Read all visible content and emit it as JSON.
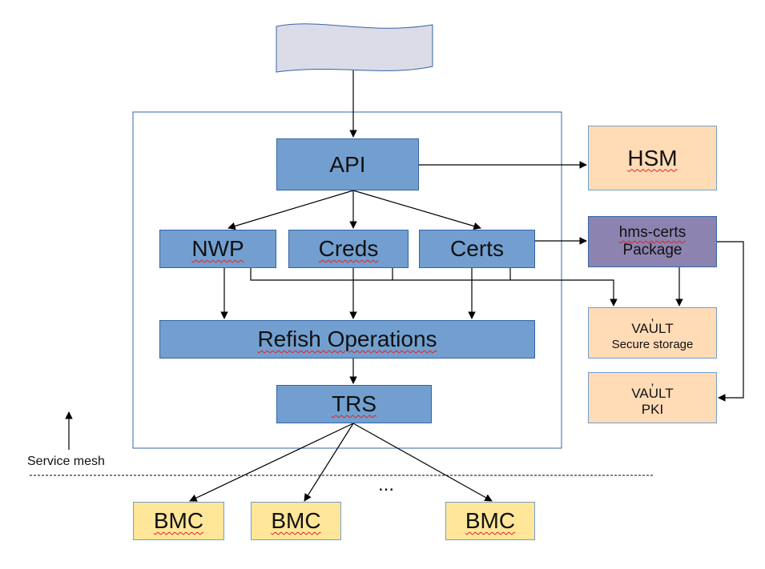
{
  "api": "API",
  "hsm": "HSM",
  "nwp": "NWP",
  "creds": "Creds",
  "certs": "Certs",
  "hms_certs": {
    "line1": "hms-certs",
    "line2": "Package"
  },
  "redfish": "Refish Operations",
  "trs": "TRS",
  "vault_storage": {
    "mark": ",",
    "line1": "VAULT",
    "line2": "Secure storage"
  },
  "vault_pki": {
    "mark": ",",
    "line1": "VAULT",
    "line2": "PKI"
  },
  "service_mesh": "Service mesh",
  "ellipsis": "...",
  "bmc": [
    "BMC",
    "BMC",
    "BMC"
  ],
  "colors": {
    "component": "#729fcf",
    "external": "#ffdbb6",
    "package": "#8c83b1",
    "bmc": "#ffe699",
    "client": "#dcdce8"
  }
}
